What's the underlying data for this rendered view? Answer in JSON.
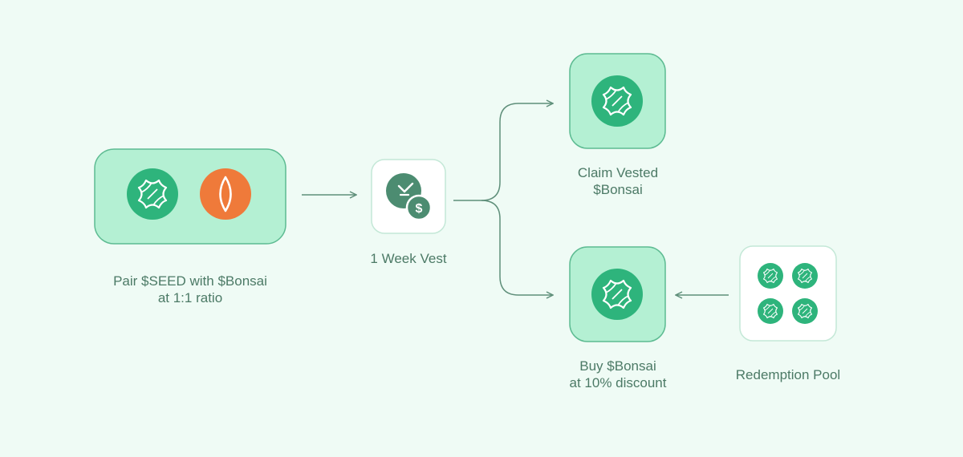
{
  "colors": {
    "background": "#effbf5",
    "node_fill": "#b4f0d3",
    "node_stroke": "#5dbb92",
    "bonsai_green": "#2eb47c",
    "seed_orange": "#ef7a3a",
    "vest_green": "#4c8c71",
    "arrow": "#5f8f7a",
    "white_node_stroke": "#c4e8d7"
  },
  "nodes": {
    "pair": {
      "label_line1": "Pair $SEED with $Bonsai",
      "label_line2": "at 1:1 ratio",
      "icons": [
        "bonsai-token-icon",
        "seed-token-icon"
      ]
    },
    "vest": {
      "label": "1 Week Vest",
      "icon": "clock-dollar-icon"
    },
    "claim": {
      "label_line1": "Claim Vested",
      "label_line2": "$Bonsai",
      "icon": "bonsai-token-icon"
    },
    "buy": {
      "label_line1": "Buy $Bonsai",
      "label_line2": "at 10% discount",
      "icon": "bonsai-token-icon"
    },
    "pool": {
      "label": "Redemption Pool",
      "icons": [
        "bonsai-token-icon",
        "bonsai-token-icon",
        "bonsai-token-icon",
        "bonsai-token-icon"
      ]
    }
  }
}
